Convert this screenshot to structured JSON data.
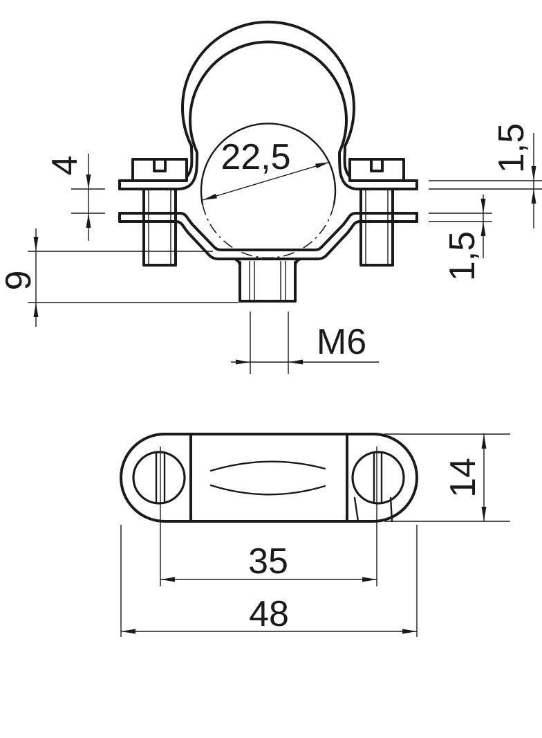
{
  "page": {
    "background": "#ffffff",
    "line_color": "#1a1a1a",
    "description": "Technical drawing of a pipe clamp with threaded nut, front view and top view with dimensions"
  },
  "front_view": {
    "label": "front-view-of-clamp",
    "dims": {
      "pipe_diameter": "22,5",
      "flange_gap": "4",
      "base_height": "9",
      "thread": "M6",
      "upper_strap_thickness": "1,5",
      "lower_strap_thickness": "1,5"
    }
  },
  "top_view": {
    "label": "top-view-of-clamp",
    "dims": {
      "hole_spacing": "35",
      "overall_length": "48",
      "width": "14"
    }
  }
}
